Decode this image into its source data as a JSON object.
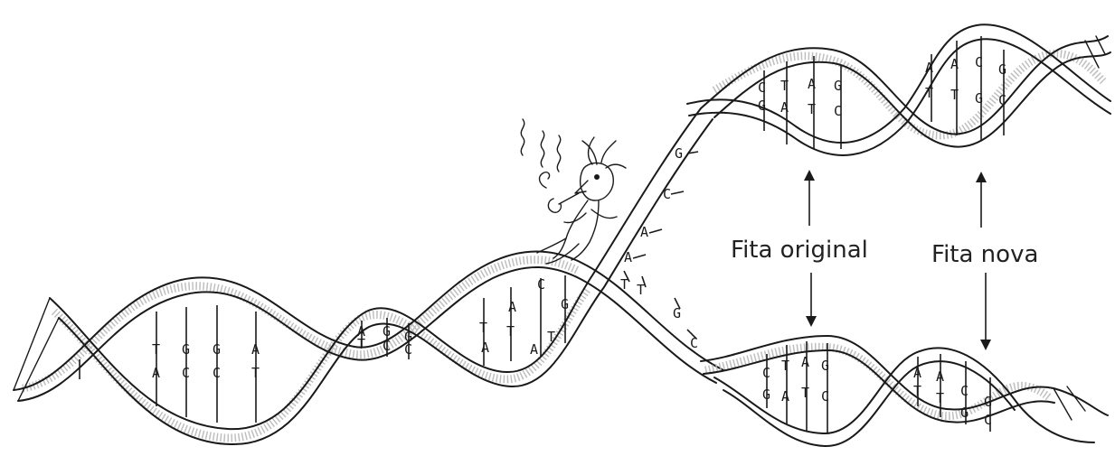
{
  "labels": {
    "original_strand": "Fita original",
    "new_strand": "Fita nova"
  },
  "bases": {
    "left_segment": {
      "top": [
        "T",
        "G",
        "G",
        "A"
      ],
      "bottom": [
        "A",
        "C",
        "C",
        "T"
      ]
    },
    "left_small": {
      "top": [
        "A",
        "G",
        "G"
      ],
      "bottom": [
        "T",
        "C",
        "C"
      ]
    },
    "middle": {
      "top": [
        "T",
        "A",
        "C",
        "G"
      ],
      "bottom": [
        "A",
        "T",
        "A",
        "T"
      ]
    },
    "free_strand": [
      "G",
      "C",
      "A",
      "A",
      "T",
      "T",
      "G",
      "C"
    ],
    "upper_right_a": {
      "top": [
        "C",
        "T",
        "A",
        "G"
      ],
      "bottom": [
        "G",
        "A",
        "T",
        "C"
      ]
    },
    "upper_right_b": {
      "top": [
        "A",
        "A",
        "C",
        "G"
      ],
      "bottom": [
        "T",
        "T",
        "G",
        "C"
      ]
    },
    "lower_right_a": {
      "top": [
        "C",
        "T",
        "A",
        "G"
      ],
      "bottom": [
        "G",
        "A",
        "T",
        "C"
      ]
    },
    "lower_right_b": {
      "top": [
        "A",
        "A",
        "C",
        "G"
      ],
      "bottom": [
        "T",
        "T",
        "G",
        "C"
      ]
    }
  },
  "figure": {
    "character": "enzyme-character-icon"
  }
}
